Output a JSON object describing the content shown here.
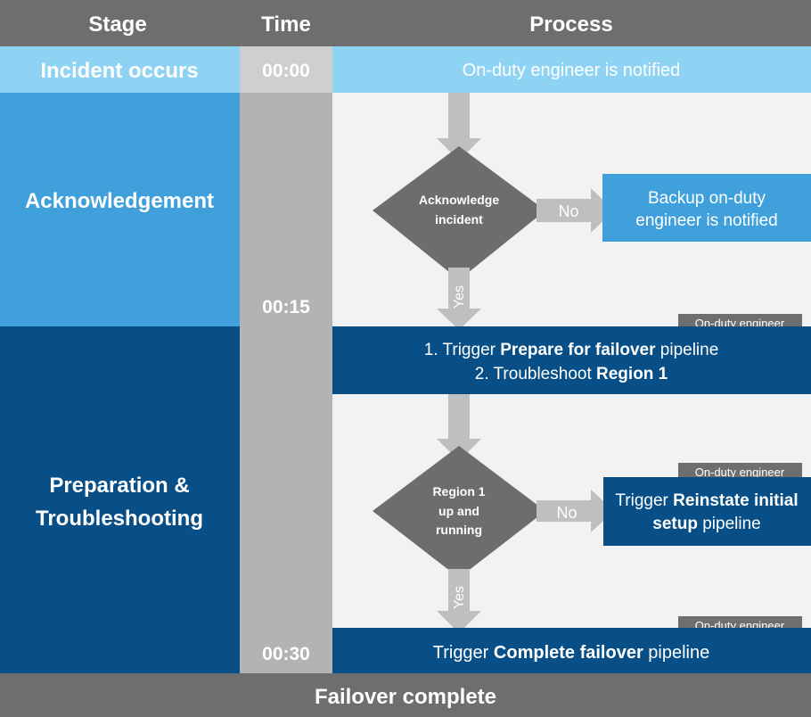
{
  "header": {
    "stage": "Stage",
    "time": "Time",
    "process": "Process"
  },
  "stages": {
    "incident": "Incident occurs",
    "acknowledgement": "Acknowledgement",
    "preparation_line1": "Preparation &",
    "preparation_line2": "Troubleshooting"
  },
  "times": {
    "t0": "00:00",
    "t15": "00:15",
    "t30": "00:30"
  },
  "process": {
    "notified": "On-duty engineer is notified",
    "decision1_line1": "Acknowledge",
    "decision1_line2": "incident",
    "backup_line1": "Backup on-duty",
    "backup_line2": "engineer is notified",
    "step1_prefix": "1. Trigger ",
    "step1_bold": "Prepare for failover",
    "step1_suffix": " pipeline",
    "step2_prefix": "2. Troubleshoot ",
    "step2_bold": "Region 1",
    "decision2_line1": "Region 1",
    "decision2_line2": "up and",
    "decision2_line3": "running",
    "reinstate_prefix": "Trigger ",
    "reinstate_bold1": "Reinstate initial",
    "reinstate_bold2": "setup",
    "reinstate_suffix": " pipeline",
    "complete_prefix": "Trigger ",
    "complete_bold": "Complete failover",
    "complete_suffix": " pipeline"
  },
  "labels": {
    "no": "No",
    "yes": "Yes",
    "role": "On-duty engineer"
  },
  "footer": {
    "text": "Failover complete"
  },
  "colors": {
    "header_bg": "#6e6e6e",
    "light_blue": "#8fd3f4",
    "mid_blue": "#3fa0dc",
    "dark_blue": "#074f86",
    "time_gray": "#b3b3b3",
    "time_light": "#cfcfcf",
    "process_bg": "#f2f2f2",
    "diamond": "#6d6d6d",
    "arrow": "#bfbfbf"
  }
}
